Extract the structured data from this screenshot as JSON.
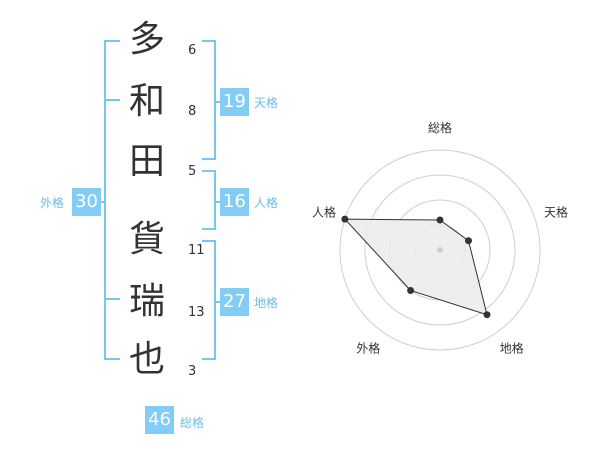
{
  "name": {
    "characters": [
      {
        "char": "多",
        "strokes": "6"
      },
      {
        "char": "和",
        "strokes": "8"
      },
      {
        "char": "田",
        "strokes": "5"
      },
      {
        "char": "貨",
        "strokes": "11"
      },
      {
        "char": "瑞",
        "strokes": "13"
      },
      {
        "char": "也",
        "strokes": "3"
      }
    ]
  },
  "fortune": {
    "tenkaku": {
      "value": "19",
      "label": "天格"
    },
    "jinkaku": {
      "value": "16",
      "label": "人格"
    },
    "chikaku": {
      "value": "27",
      "label": "地格"
    },
    "gaikaku": {
      "value": "30",
      "label": "外格"
    },
    "soukaku": {
      "value": "46",
      "label": "総格"
    }
  },
  "chart_data": {
    "type": "radar",
    "axes": [
      "総格",
      "天格",
      "地格",
      "外格",
      "人格"
    ],
    "values": [
      0.3,
      0.3,
      0.8,
      0.5,
      1.0
    ],
    "range": [
      0,
      1
    ],
    "rings": 4,
    "colors": {
      "ring": "#cfcfcf",
      "fill": "#ebebeb",
      "line": "#333333",
      "point": "#333333",
      "center": "#cccccc"
    }
  }
}
